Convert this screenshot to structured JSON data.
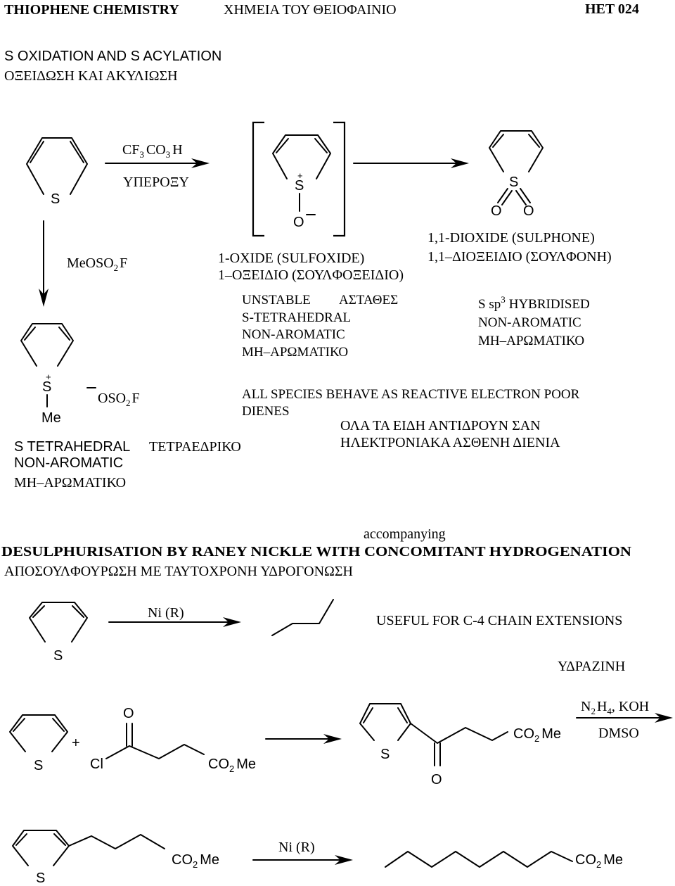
{
  "header": {
    "left": "THIOPHENE CHEMISTRY",
    "center": "ΧΗΜΕΙΑ ΤΟΥ ΘΕΙΟΦΑΙΝΙΟ",
    "right": "HET 024"
  },
  "section1": {
    "title_en": "S OXIDATION AND S ACYLATION",
    "title_gr": "ΟΞΕΙΔΩΣΗ ΚΑΙ ΑΚΥΛΙΩΣΗ"
  },
  "atoms": {
    "S": "S",
    "O": "O",
    "Cl": "Cl",
    "Me": "Me",
    "plus": "+",
    "minus": "–"
  },
  "reagents": {
    "peracid_CF": "CF",
    "peracid_CO": "CO",
    "peracid_H": "H",
    "sub3": "3",
    "sub2": "2",
    "sub4": "4",
    "peracid_gr": "ΥΠΕΡΟΞΥ",
    "meoso_a": "MeOSO",
    "meoso_b": "F",
    "oso_a": "OSO",
    "oso_b": "F",
    "raney": "Ni (R)",
    "co2me_a": "CO",
    "co2me_b": "Me",
    "wk_gr": "ΥΔΡΑΖΙΝΗ",
    "wk_N": "N",
    "wk_H": "H",
    "wk_koh": ", KOH",
    "wk_dmso": "DMSO"
  },
  "labels": {
    "sulfoxide_en": "1-OXIDE (SULFOXIDE)",
    "sulfoxide_gr": "1–ΟΞΕΙΔΙΟ (ΣΟΥΛΦΟΞΕΙΔΙΟ)",
    "sulfone_en": "1,1-DIOXIDE (SULPHONE)",
    "sulfone_gr": "1,1–ΔΙΟΞΕΙΔΙΟ (ΣΟΥΛΦΟΝΗ)",
    "unstable_en": "UNSTABLE",
    "unstable_gr": "ΑΣΤΑΘΕΣ",
    "s_tetrahedral": "S-TETRAHEDRAL",
    "nonaromatic": "NON-AROMATIC",
    "mh_aromatiko": "ΜΗ–ΑΡΩΜΑΤΙΚΟ",
    "sp3_a": "S  sp",
    "sp3_sup": "3",
    "sp3_b": "HYBRIDISED",
    "s_tetra_space": "S TETRAHEDRAL",
    "tetraedriko": "ΤΕΤΡΑΕΔΡΙΚΟ",
    "all_species_1": "ALL SPECIES BEHAVE AS REACTIVE ELECTRON POOR",
    "all_species_2": "DIENES",
    "ola_1": "ΟΛΑ ΤΑ ΕΙΔΗ ΑΝΤΙΔΡΟΥΝ ΣΑΝ",
    "ola_2": "ΗΛΕΚΤΡΟΝΙΑΚΑ ΑΣΘΕΝΗ ΔΙΕΝΙΑ"
  },
  "section2": {
    "accompanying": "accompanying",
    "title_en": "DESULPHURISATION BY RANEY NICKLE WITH CONCOMITANT HYDROGENATION",
    "title_gr": "ΑΠΟΣΟΥΛΦΟΥΡΩΣΗ ΜΕ ΤΑΥΤΟΧΡΟΝΗ ΥΔΡΟΓΟΝΩΣΗ",
    "useful": "USEFUL FOR C-4 CHAIN EXTENSIONS"
  }
}
